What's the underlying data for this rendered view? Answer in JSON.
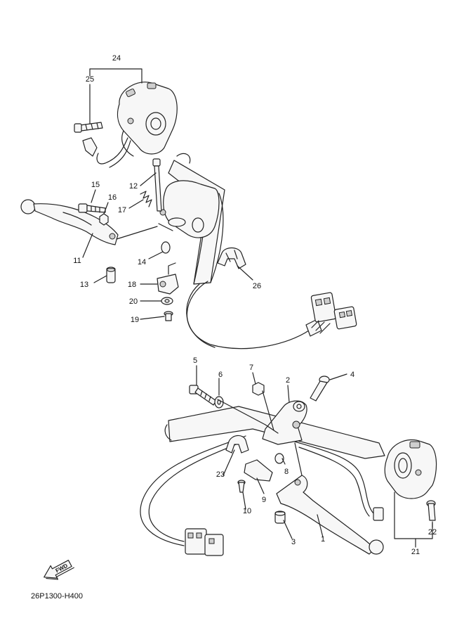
{
  "callouts": {
    "c1": "1",
    "c2": "2",
    "c3": "3",
    "c4": "4",
    "c5": "5",
    "c6": "6",
    "c7": "7",
    "c8": "8",
    "c9": "9",
    "c10": "10",
    "c11": "11",
    "c12": "12",
    "c13": "13",
    "c14": "14",
    "c15": "15",
    "c16": "16",
    "c17": "17",
    "c18": "18",
    "c19": "19",
    "c20": "20",
    "c21": "21",
    "c22": "22",
    "c23": "23",
    "c24": "24",
    "c25": "25",
    "c26": "26"
  },
  "fwd_label": "FWD",
  "diagram_code": "26P1300-H400"
}
